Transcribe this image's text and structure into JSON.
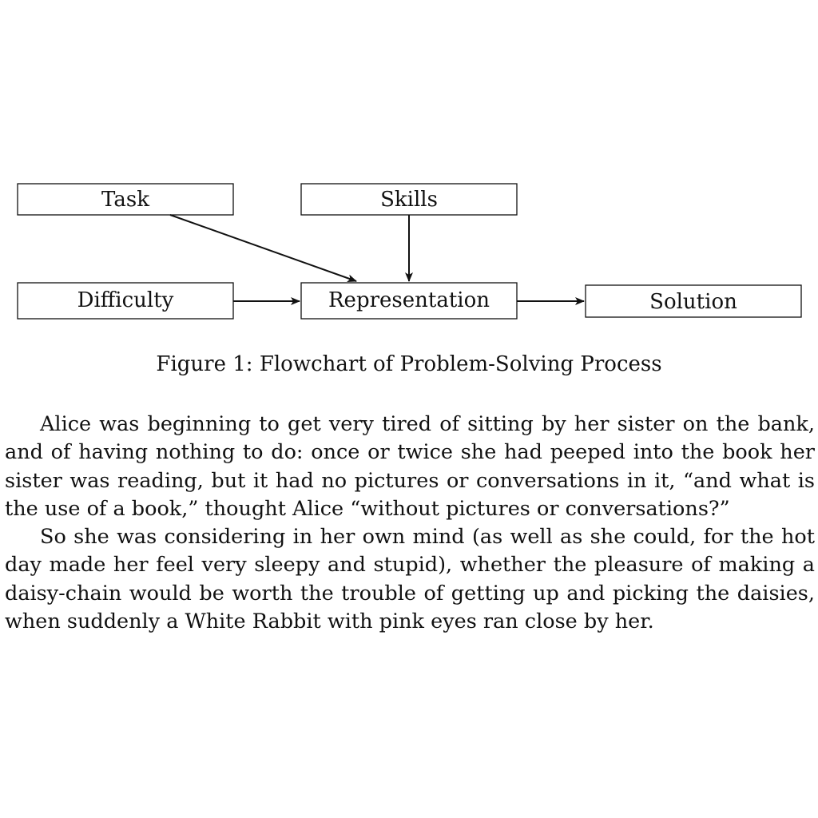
{
  "diagram": {
    "nodes": {
      "task": "Task",
      "skills": "Skills",
      "difficulty": "Difficulty",
      "representation": "Representation",
      "solution": "Solution"
    },
    "edges": [
      {
        "from": "Task",
        "to": "Representation"
      },
      {
        "from": "Skills",
        "to": "Representation"
      },
      {
        "from": "Difficulty",
        "to": "Representation"
      },
      {
        "from": "Representation",
        "to": "Solution"
      }
    ]
  },
  "caption": "Figure 1: Flowchart of Problem-Solving Process",
  "paragraphs": [
    "Alice was beginning to get very tired of sitting by her sister on the bank, and of having nothing to do: once or twice she had peeped into the book her sister was reading, but it had no pictures or conversations in it, “and what is the use of a book,” thought Alice “without pictures or conversations?”",
    "So she was considering in her own mind (as well as she could, for the hot day made her feel very sleepy and stupid), whether the pleasure of making a daisy-chain would be worth the trouble of getting up and picking the daisies, when suddenly a White Rabbit with pink eyes ran close by her."
  ]
}
